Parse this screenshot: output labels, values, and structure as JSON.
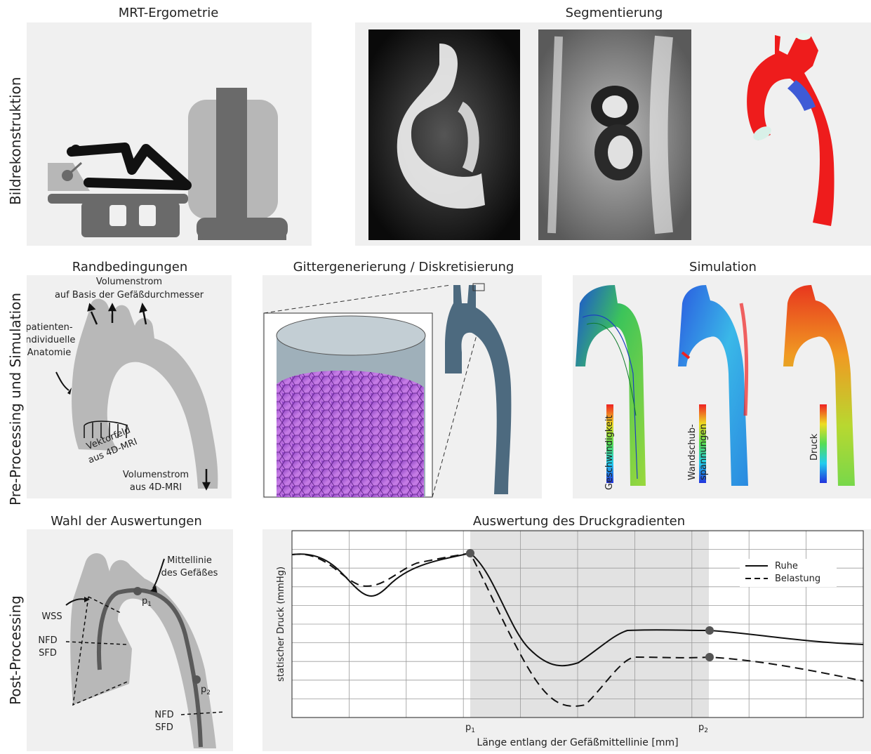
{
  "row_labels": {
    "bild": "Bildrekonstruktion",
    "pre": "Pre-Processing und Simulation",
    "post": "Post-Processing"
  },
  "titles": {
    "mrt": "MRT-Ergometrie",
    "seg": "Segmentierung",
    "rand": "Randbedingungen",
    "gitter": "Gittergenerierung / Diskretisierung",
    "sim": "Simulation",
    "wahl": "Wahl der Auswertungen",
    "druck": "Auswertung des Druckgradienten"
  },
  "rand": {
    "vol_top_1": "Volumenstrom",
    "vol_top_2": "auf Basis der Gefäßdurchmesser",
    "anat_1": "patienten-",
    "anat_2": "individuelle",
    "anat_3": "Anatomie",
    "vek_1": "Vektorfeld",
    "vek_2": "aus 4D-MRI",
    "vol_bot_1": "Volumenstrom",
    "vol_bot_2": "aus 4D-MRI"
  },
  "sim": {
    "legend_1": "Geschwindigkeit",
    "legend_2a": "Wandschub-",
    "legend_2b": "spannungen",
    "legend_3": "Druck"
  },
  "wahl": {
    "mittel_1": "Mittellinie",
    "mittel_2": "des Gefäßes",
    "wss": "WSS",
    "nfd": "NFD",
    "sfd": "SFD",
    "nfd2": "NFD",
    "sfd2": "SFD",
    "p1": "p",
    "p1_sub": "1",
    "p2": "p",
    "p2_sub": "2"
  },
  "chart_data": {
    "type": "line",
    "title": "Auswertung des Druckgradienten",
    "xlabel": "Länge entlang der Gefäßmittellinie [mm]",
    "ylabel": "statischer Druck (mmHg)",
    "x_ticks": [
      "p1",
      "p2"
    ],
    "legend_position": "top-right",
    "grid": true,
    "series": [
      {
        "name": "Ruhe",
        "style": "solid"
      },
      {
        "name": "Belastung",
        "style": "dashed"
      }
    ]
  },
  "colors": {
    "panel_bg": "#f0f0f0",
    "aorta_red": "#ee1c1c",
    "aorta_blue": "#3e5bd6",
    "mesh_purple": "#b060d8",
    "vessel_gray": "#4d6a7f",
    "shade": "#e2e2e2"
  }
}
